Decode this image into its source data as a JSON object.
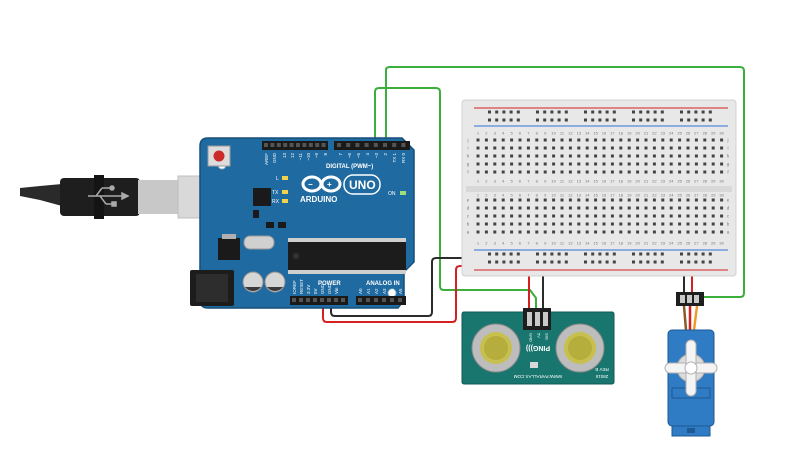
{
  "arduino": {
    "logo_text": "ARDUINO",
    "model_text": "UNO",
    "digital_header_label": "DIGITAL (PWM~)",
    "power_label": "POWER",
    "analog_label": "ANALOG IN",
    "aref_label": "AREF",
    "gnd_label": "GND",
    "on_label": "ON",
    "l_label": "L",
    "tx_label": "TX",
    "rx_label": "RX",
    "power_pins": [
      "IOREF",
      "RESET",
      "3.3V",
      "5V",
      "GND",
      "GND",
      "Vin"
    ],
    "analog_pins": [
      "A0",
      "A1",
      "A2",
      "A3",
      "A4",
      "A5"
    ],
    "digital_pins": [
      "13",
      "12",
      "~11",
      "~10",
      "~9",
      "8",
      "7",
      "~6",
      "~5",
      "4",
      "~3",
      "2",
      "TX 1",
      "RX 0"
    ]
  },
  "breadboard": {
    "row_letters_top": [
      "j",
      "i",
      "h",
      "g",
      "f"
    ],
    "row_letters_bottom": [
      "e",
      "d",
      "c",
      "b",
      "a"
    ],
    "column_numbers": [
      "1",
      "2",
      "3",
      "4",
      "5",
      "6",
      "7",
      "8",
      "9",
      "10",
      "11",
      "12",
      "13",
      "14",
      "15",
      "16",
      "17",
      "18",
      "19",
      "20",
      "21",
      "22",
      "23",
      "24",
      "25",
      "26",
      "27",
      "28",
      "29",
      "30"
    ]
  },
  "ultrasonic": {
    "brand_text": "PING)))",
    "url_text": "WWW.PARALLAX.COM",
    "part_text": "28015",
    "rev_text": "REV B",
    "pin_labels": [
      "GND",
      "5V",
      "SIG"
    ]
  },
  "colors": {
    "arduino_board": "#1f6aa0",
    "wire_green": "#3cae3c",
    "wire_red": "#d42020",
    "wire_black": "#2b2b2b",
    "breadboard": "#e8e8e8",
    "sensor_board": "#18766f",
    "servo_body": "#2f7bc4"
  }
}
